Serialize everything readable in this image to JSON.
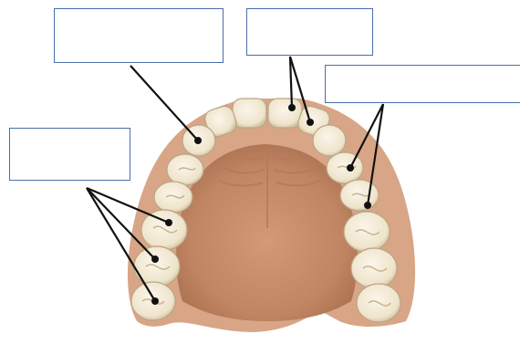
{
  "diagram": {
    "subject": "maxillary-dental-arch",
    "colors": {
      "palate": "#c68f6c",
      "palate_dark": "#a86f4f",
      "gum": "#d9a184",
      "tooth": "#f3ead7",
      "tooth_shadow": "#c9b897",
      "box_border": "#4a6ea9",
      "leader_line": "#111111"
    },
    "label_boxes": [
      {
        "id": "box-1",
        "text": ""
      },
      {
        "id": "box-2",
        "text": ""
      },
      {
        "id": "box-3",
        "text": ""
      },
      {
        "id": "box-4",
        "text": ""
      }
    ]
  }
}
